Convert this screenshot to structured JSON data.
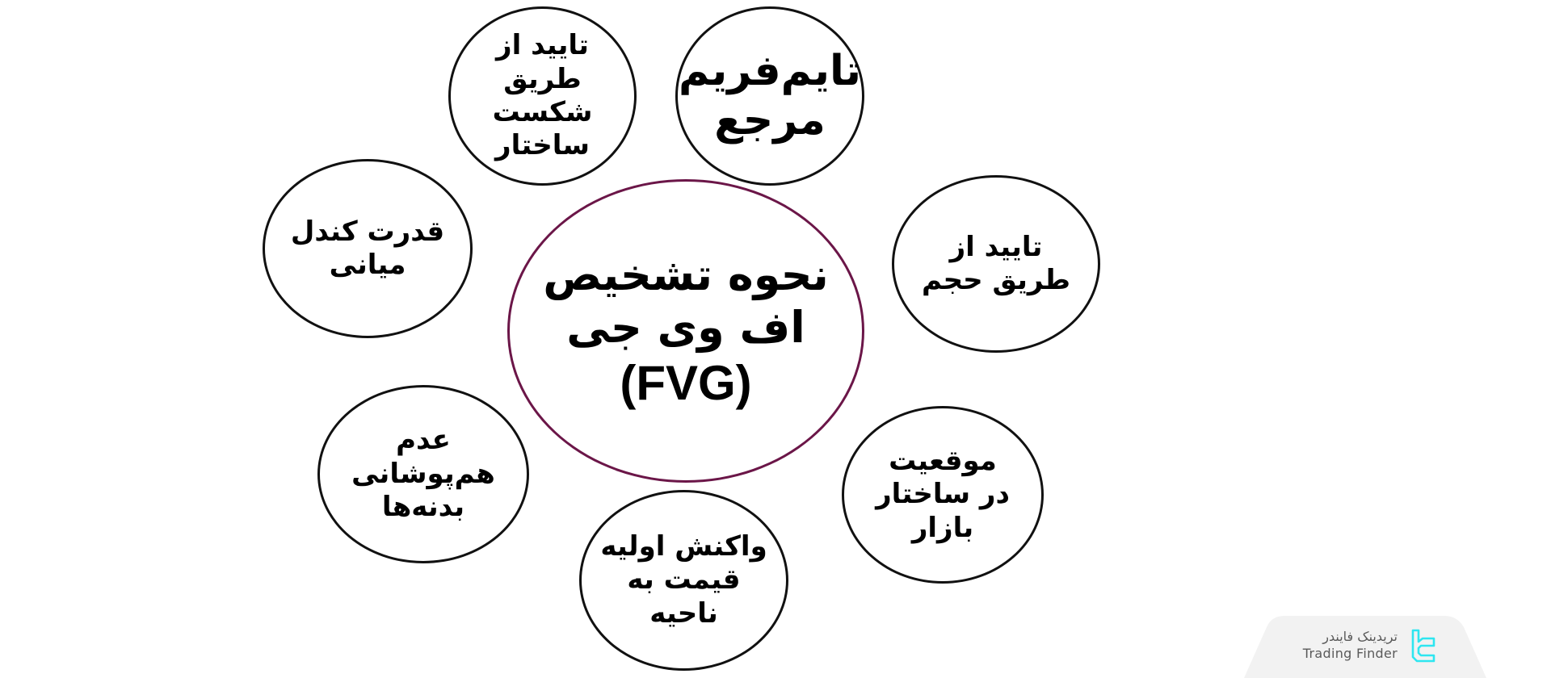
{
  "diagram": {
    "type": "hub-and-spoke",
    "center": {
      "title_fa": "نحوه تشخیص\nاف وی جی",
      "title_latin": "(FVG)",
      "border_color": "#6b1648"
    },
    "nodes": [
      {
        "id": "reference-timeframe",
        "label": "تایم‌فریم\nمرجع"
      },
      {
        "id": "volume-confirmation",
        "label": "تایید از\nطریق حجم"
      },
      {
        "id": "market-structure-position",
        "label": "موقعیت\nدر ساختار\nبازار"
      },
      {
        "id": "initial-price-reaction",
        "label": "واکنش اولیه\nقیمت به\nناحیه"
      },
      {
        "id": "no-body-overlap",
        "label": "عدم\nهم‌پوشانی\nبدنه‌ها"
      },
      {
        "id": "middle-candle-strength",
        "label": "قدرت کندل\nمیانی"
      },
      {
        "id": "structure-break-confirmation",
        "label": "تایید از\nطریق شکست\nساختار"
      }
    ],
    "node_border_color": "#111111",
    "background_color": "#ffffff"
  },
  "watermark": {
    "brand_fa": "تریدینک فایندر",
    "brand_en": "Trading Finder",
    "logo_color": "#2ee6f0",
    "badge_color": "#f2f2f2",
    "text_color": "#5a5a5a",
    "logo_icon": "trading-finder-logo-icon"
  }
}
